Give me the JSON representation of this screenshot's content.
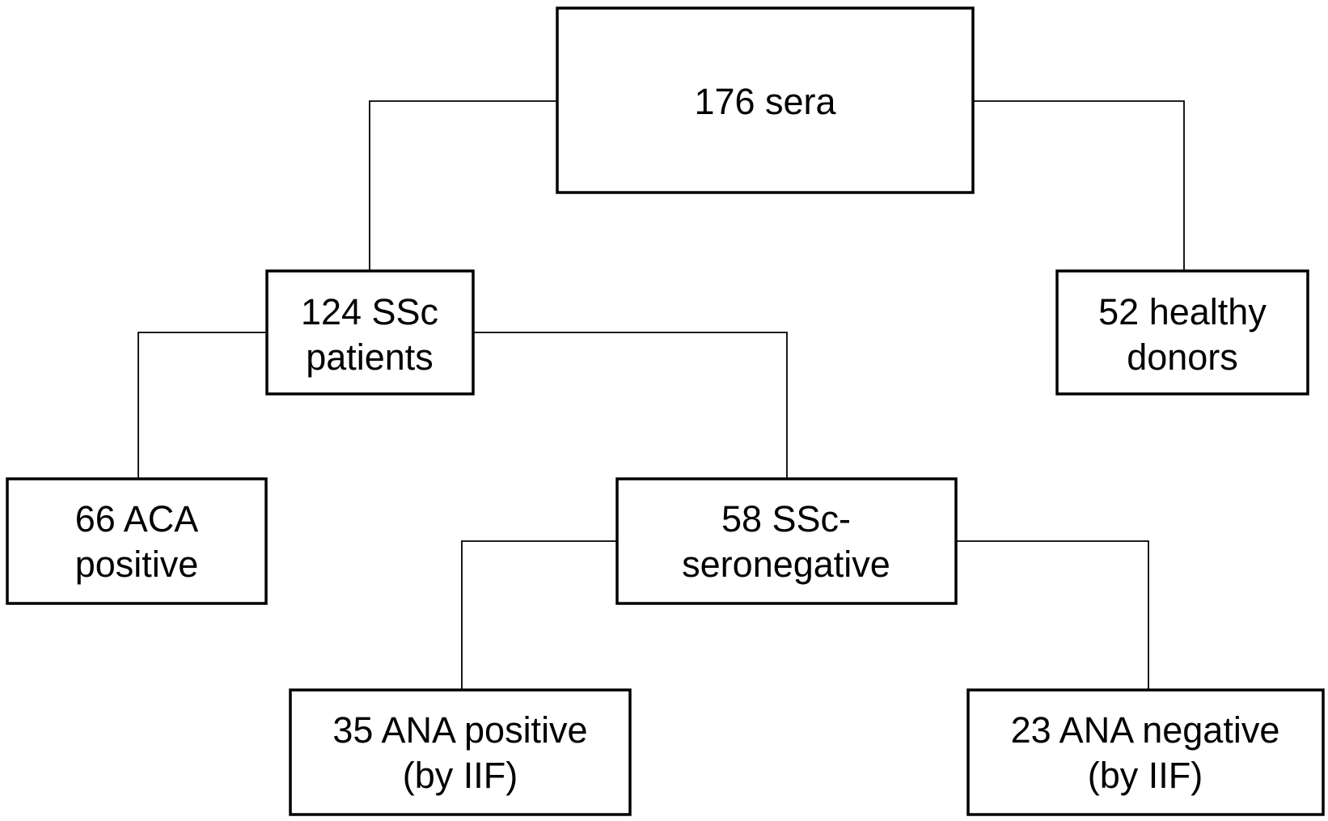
{
  "nodes": {
    "root": {
      "line1": "176 sera"
    },
    "ssc": {
      "line1": "124 SSc",
      "line2": "patients"
    },
    "healthy": {
      "line1": "52 healthy",
      "line2": "donors"
    },
    "aca": {
      "line1": "66 ACA",
      "line2": "positive"
    },
    "seroneg": {
      "line1": "58 SSc-",
      "line2": "seronegative"
    },
    "ana_pos": {
      "line1": "35 ANA positive",
      "line2": "(by IIF)"
    },
    "ana_neg": {
      "line1": "23 ANA negative",
      "line2": "(by IIF)"
    }
  }
}
